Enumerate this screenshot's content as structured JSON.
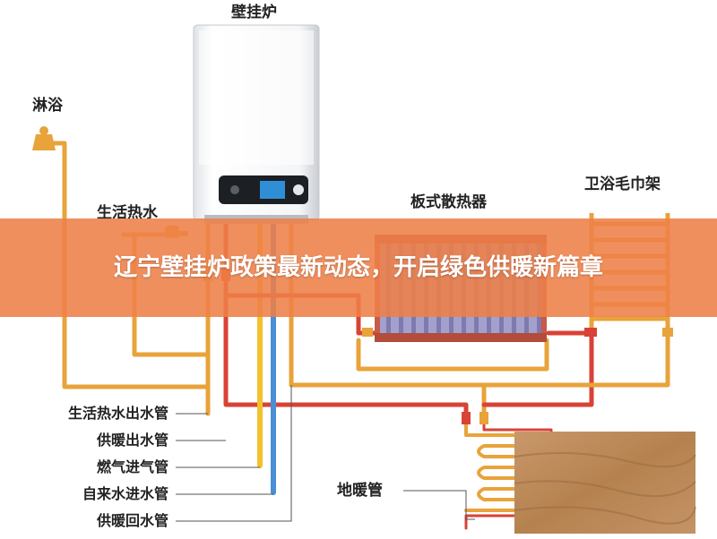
{
  "labels": {
    "boiler": "壁挂炉",
    "shower": "淋浴",
    "hot_water": "生活热水",
    "radiator": "板式散热器",
    "towel_rack": "卫浴毛巾架",
    "floor_heating": "地暖管"
  },
  "legend": [
    {
      "label": "生活热水出水管",
      "color": "#e8a33a"
    },
    {
      "label": "供暖出水管",
      "color": "#d94236"
    },
    {
      "label": "燃气进气管",
      "color": "#f2c12e"
    },
    {
      "label": "自来水进水管",
      "color": "#4a8ed6"
    },
    {
      "label": "供暖回水管",
      "color": "#e8a33a"
    }
  ],
  "banner": {
    "title": "辽宁壁挂炉政策最新动态，开启绿色供暖新篇章"
  },
  "colors": {
    "banner": "#ee8048",
    "hot_pipe": "#e8a33a",
    "heat_pipe": "#d94236",
    "gas_pipe": "#f2c12e",
    "water_pipe": "#4a8ed6",
    "radiator_body": "#c85a48",
    "radiator_fin": "#8a86b8",
    "wood": "#b98a5a"
  }
}
